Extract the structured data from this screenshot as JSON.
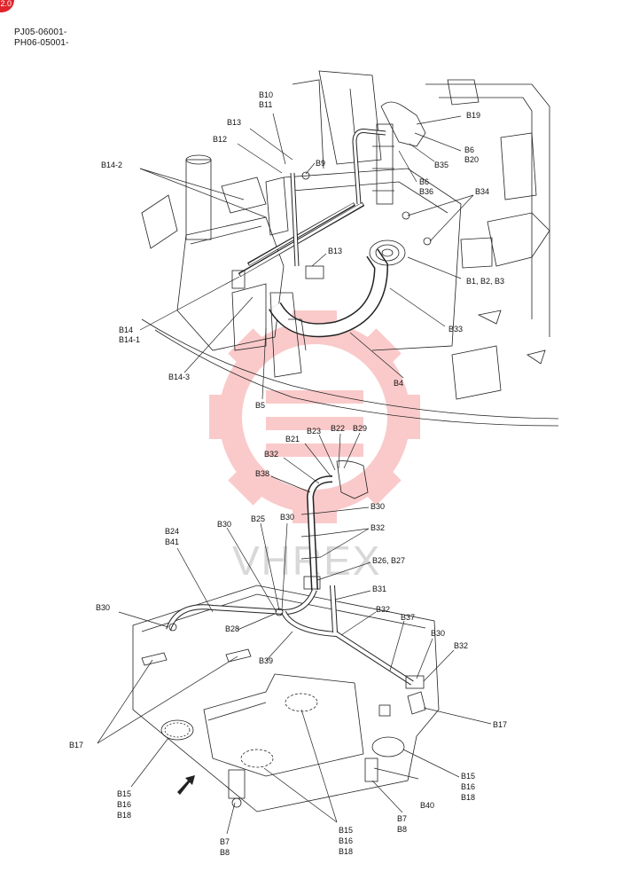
{
  "header": {
    "serial_1": "PJ05-06001-",
    "serial_2": "PH06-05001-",
    "corner_badge": "2.0"
  },
  "watermark": {
    "text": "VHREX",
    "color": "#f26b6b"
  },
  "top_diagram": {
    "labels": {
      "b10": "B10",
      "b11": "B11",
      "b13a": "B13",
      "b12": "B12",
      "b19": "B19",
      "b6a": "B6",
      "b20": "B20",
      "b35": "B35",
      "b9": "B9",
      "b6b": "B6",
      "b36": "B36",
      "b14_2": "B14-2",
      "b34": "B34",
      "b13b": "B13",
      "b1b2b3": "B1, B2, B3",
      "b33": "B33",
      "b14": "B14",
      "b14_1": "B14-1",
      "b14_3": "B14-3",
      "b4": "B4",
      "b5": "B5"
    }
  },
  "bottom_diagram": {
    "labels": {
      "b23": "B23",
      "b22": "B22",
      "b29": "B29",
      "b21": "B21",
      "b32a": "B32",
      "b38": "B38",
      "b30a": "B30",
      "b32b": "B32",
      "b24": "B24",
      "b41": "B41",
      "b30b": "B30",
      "b25": "B25",
      "b30c": "B30",
      "b26b27": "B26, B27",
      "b31": "B31",
      "b30d": "B30",
      "b32c": "B32",
      "b37": "B37",
      "b28": "B28",
      "b30e": "B30",
      "b32d": "B32",
      "b39": "B39",
      "b17a": "B17",
      "b17b": "B17",
      "b15a": "B15",
      "b16a": "B16",
      "b18a": "B18",
      "b7a": "B7",
      "b8a": "B8",
      "b15b": "B15",
      "b16b": "B16",
      "b18b": "B18",
      "b7b": "B7",
      "b8b": "B8",
      "b40": "B40",
      "b15c": "B15",
      "b16c": "B16",
      "b18c": "B18"
    }
  }
}
